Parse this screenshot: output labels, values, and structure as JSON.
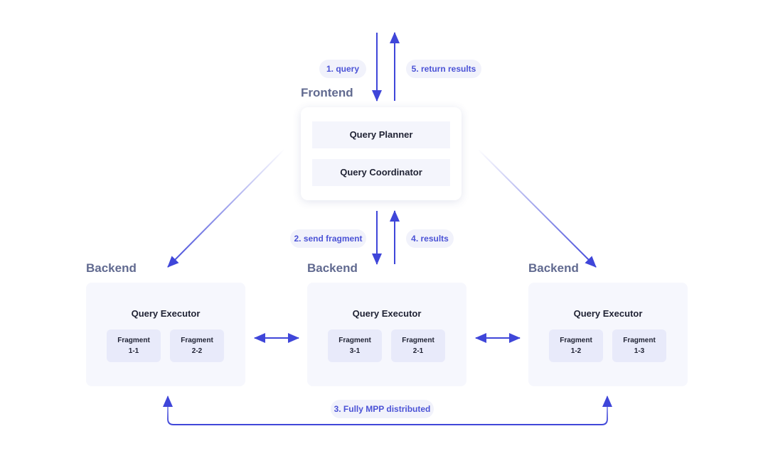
{
  "colors": {
    "arrow": "#3f46d9",
    "label_text": "#4b53d6",
    "label_bg": "#f1f2fb",
    "section_title": "#616a90",
    "card_bg": "#f6f7fd",
    "fragment_bg": "#e8eafa"
  },
  "labels": {
    "query": "1. query",
    "send_fragment": "2. send fragment",
    "mpp": "3. Fully MPP distributed",
    "results": "4. results",
    "return_results": "5. return results"
  },
  "frontend": {
    "title": "Frontend",
    "modules": [
      "Query Planner",
      "Query Coordinator"
    ]
  },
  "backends": [
    {
      "title": "Backend",
      "executor": "Query Executor",
      "fragments": [
        {
          "label": "Fragment",
          "id": "1-1"
        },
        {
          "label": "Fragment",
          "id": "2-2"
        }
      ]
    },
    {
      "title": "Backend",
      "executor": "Query Executor",
      "fragments": [
        {
          "label": "Fragment",
          "id": "3-1"
        },
        {
          "label": "Fragment",
          "id": "2-1"
        }
      ]
    },
    {
      "title": "Backend",
      "executor": "Query Executor",
      "fragments": [
        {
          "label": "Fragment",
          "id": "1-2"
        },
        {
          "label": "Fragment",
          "id": "1-3"
        }
      ]
    }
  ]
}
